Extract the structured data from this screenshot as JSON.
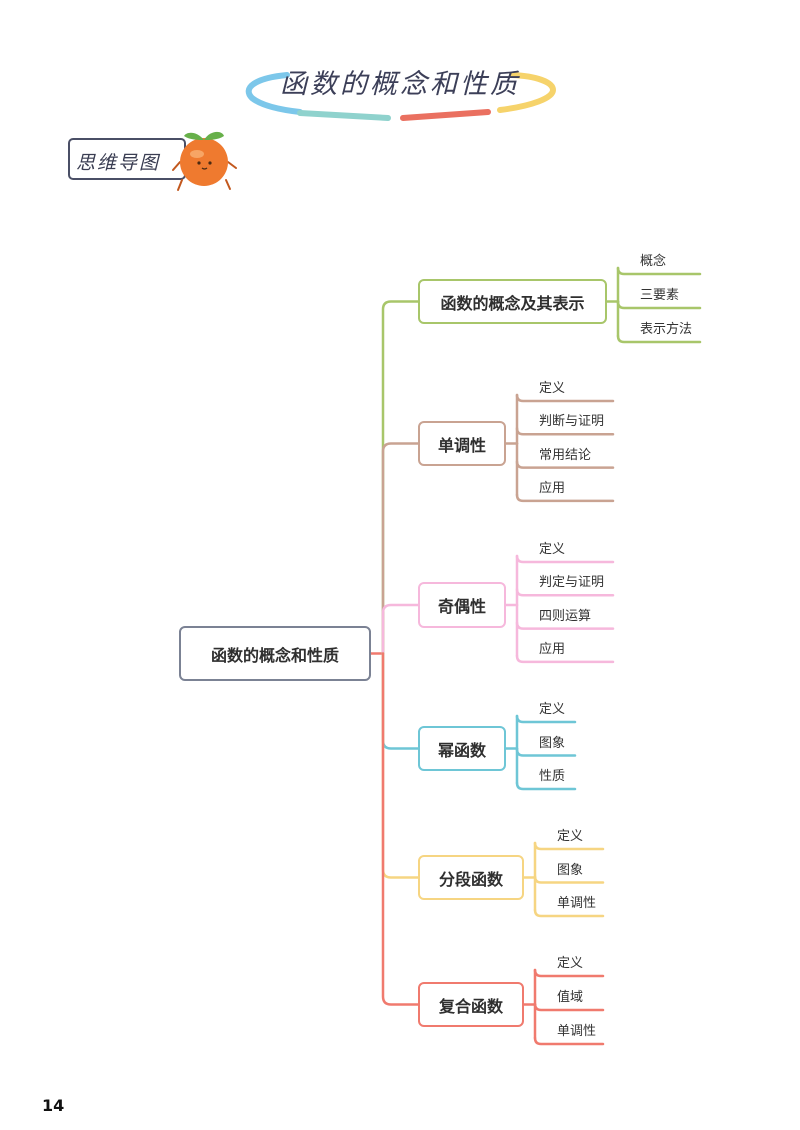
{
  "header": {
    "title": "函数的概念和性质",
    "badge_label": "思维导图",
    "colors": {
      "blue": "#7cc7ea",
      "teal": "#8fd2cd",
      "red": "#ea7060",
      "yellow": "#f6d36b"
    }
  },
  "mindmap": {
    "root": {
      "label": "函数的概念和性质",
      "color": "#7b8294"
    },
    "branches": [
      {
        "label": "函数的概念及其表示",
        "color": "#a8c66a",
        "children": [
          "概念",
          "三要素",
          "表示方法"
        ]
      },
      {
        "label": "单调性",
        "color": "#c9a392",
        "children": [
          "定义",
          "判断与证明",
          "常用结论",
          "应用"
        ]
      },
      {
        "label": "奇偶性",
        "color": "#f6b8dc",
        "children": [
          "定义",
          "判定与证明",
          "四则运算",
          "应用"
        ]
      },
      {
        "label": "幂函数",
        "color": "#6ec6d6",
        "children": [
          "定义",
          "图象",
          "性质"
        ]
      },
      {
        "label": "分段函数",
        "color": "#f6d582",
        "children": [
          "定义",
          "图象",
          "单调性"
        ]
      },
      {
        "label": "复合函数",
        "color": "#f07a6e",
        "children": [
          "定义",
          "值域",
          "单调性"
        ]
      }
    ]
  },
  "page_number": "14"
}
